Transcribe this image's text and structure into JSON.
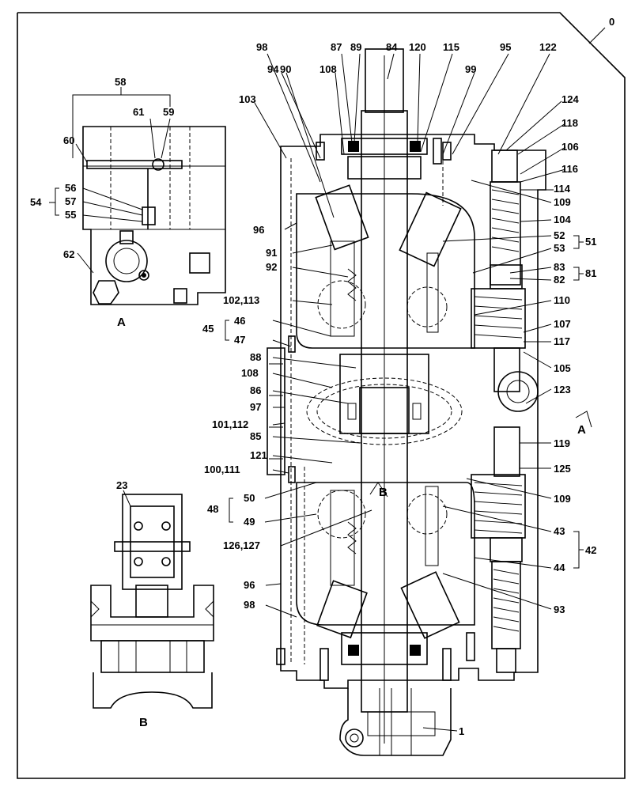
{
  "diagram": {
    "drawing_number": "0",
    "views": [
      {
        "id": "view-a",
        "label": "A"
      },
      {
        "id": "view-b",
        "label": "B"
      }
    ],
    "section_marks": [
      {
        "id": "section-a",
        "label": "A"
      },
      {
        "id": "section-b",
        "label": "B"
      }
    ],
    "callouts": [
      "1",
      "23",
      "42",
      "43",
      "44",
      "45",
      "46",
      "47",
      "48",
      "49",
      "50",
      "51",
      "52",
      "53",
      "54",
      "55",
      "56",
      "57",
      "58",
      "59",
      "60",
      "61",
      "62",
      "81",
      "82",
      "83",
      "84",
      "85",
      "86",
      "87",
      "88",
      "89",
      "90",
      "91",
      "92",
      "93",
      "94",
      "95",
      "96",
      "96",
      "97",
      "98",
      "98",
      "99",
      "100,111",
      "101,112",
      "102,113",
      "103",
      "104",
      "105",
      "106",
      "107",
      "108",
      "108",
      "109",
      "109",
      "110",
      "114",
      "115",
      "116",
      "117",
      "118",
      "119",
      "120",
      "121",
      "122",
      "123",
      "124",
      "125",
      "126,127"
    ]
  }
}
